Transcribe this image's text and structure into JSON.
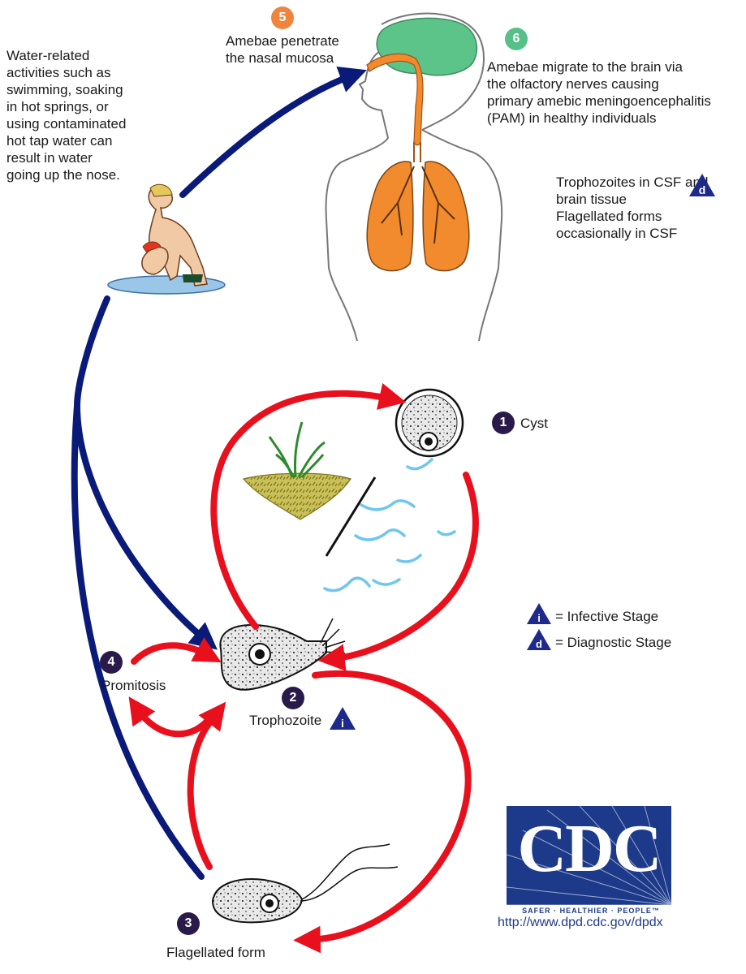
{
  "colors": {
    "red_arrow": "#e8101c",
    "blue_arrow": "#0a1a78",
    "organ_orange": "#f28a2e",
    "brain_green": "#5cc389",
    "water_blue": "#6fc6ee",
    "cdc_blue": "#1d3a8a",
    "badge_dark": "#2a1a4a",
    "badge_orange": "#f0843c",
    "badge_green": "#56c089"
  },
  "water_note": {
    "lines": [
      "Water-related",
      "activities such as",
      "swimming, soaking",
      "in hot springs, or",
      "using contaminated",
      "hot tap water can",
      "result in water",
      "going up the nose."
    ]
  },
  "step5": {
    "number": "5",
    "lines": [
      "Amebae penetrate",
      "the nasal mucosa"
    ]
  },
  "step6": {
    "number": "6",
    "lines": [
      "Amebae migrate to the brain via",
      "the olfactory nerves causing",
      "primary amebic meningoencephalitis",
      "(PAM) in healthy individuals"
    ]
  },
  "csf_note": {
    "lines": [
      "Trophozoites in CSF and",
      "brain tissue",
      "Flagellated forms",
      "occasionally in CSF"
    ],
    "marker": "d"
  },
  "step1": {
    "number": "1",
    "label": "Cyst"
  },
  "step2": {
    "number": "2",
    "label": "Trophozoite",
    "marker": "i"
  },
  "step3": {
    "number": "3",
    "label": "Flagellated form"
  },
  "step4": {
    "number": "4",
    "label": "Promitosis"
  },
  "legend": {
    "infective": {
      "marker": "i",
      "label": "= Infective Stage"
    },
    "diagnostic": {
      "marker": "d",
      "label": "= Diagnostic Stage"
    }
  },
  "cdc": {
    "letters": "CDC",
    "tagline": "SAFER · HEALTHIER · PEOPLE™",
    "url": "http://www.dpd.cdc.gov/dpdx"
  }
}
